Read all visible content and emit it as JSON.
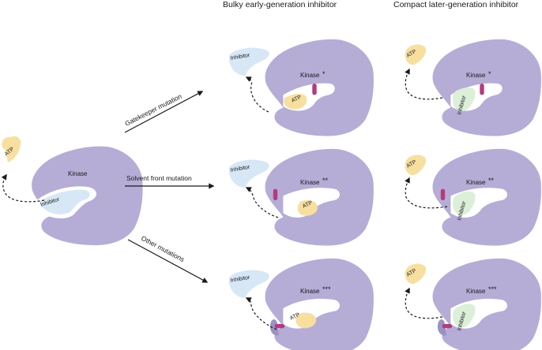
{
  "columns": {
    "early": "Bulky early-generation inhibitor",
    "later": "Compact later-generation inhibitor"
  },
  "labels": {
    "kinase": "Kinase",
    "atp": "ATP",
    "inhibitor": "Inhibitor"
  },
  "mutations": [
    {
      "label": "Gatekeeper mutation",
      "stars": "*"
    },
    {
      "label": "Solvent front mutation",
      "stars": "**"
    },
    {
      "label": "Other mutations",
      "stars": "***"
    }
  ],
  "colors": {
    "kinase": "#b5add6",
    "atp": "#f7dfa0",
    "inhibitor_bulky": "#d7e7f6",
    "inhibitor_compact": "#dcefd8",
    "mutation": "#b23b7e",
    "arrow": "#1a1a1a"
  }
}
